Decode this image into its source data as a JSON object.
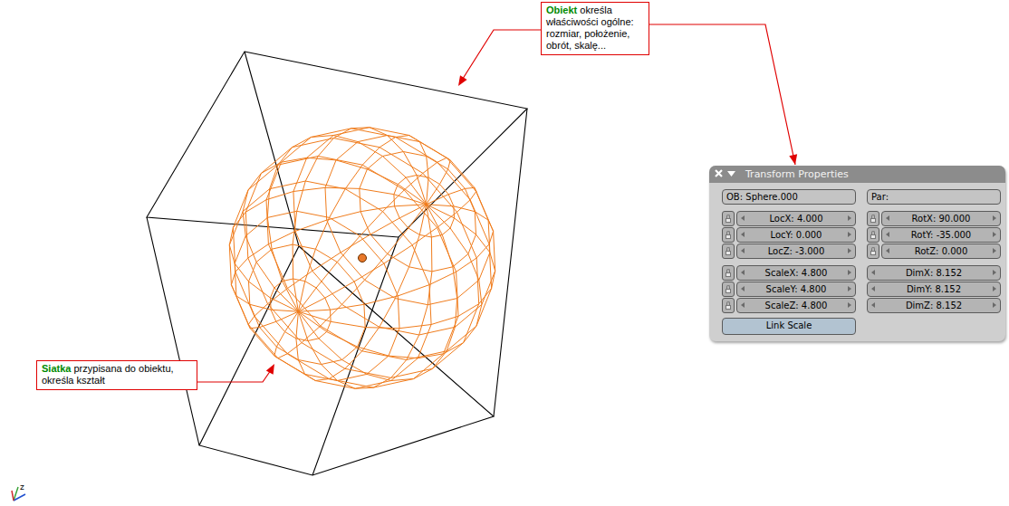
{
  "diagram": {
    "nodes": [
      {
        "text": [
          "Obiekt",
          "określa właściwości ogólne: rozmiar, położenie, obrót, skalę..."
        ]
      },
      {
        "text": [
          "Transform Properties"
        ]
      },
      {
        "text": [
          "OB: Sphere.000"
        ],
        "in": 1
      },
      {
        "text": [
          "Par:"
        ],
        "in": 1
      },
      {
        "text": [
          "LocX: 4.000"
        ],
        "in": 1
      },
      {
        "text": [
          "RotX: 90.000"
        ],
        "in": 1
      },
      {
        "text": [
          "LocY: 0.000"
        ],
        "in": 1
      },
      {
        "text": [
          "RotY: -35.000"
        ],
        "in": 1
      },
      {
        "text": [
          "LocZ: -3.000"
        ],
        "in": 1
      },
      {
        "text": [
          "RotZ: 0.000"
        ],
        "in": 1
      },
      {
        "text": [
          "ScaleX: 4.800"
        ],
        "in": 1
      },
      {
        "text": [
          "DimX: 8.152"
        ],
        "in": 1
      },
      {
        "text": [
          "ScaleY: 4.800"
        ],
        "in": 1
      },
      {
        "text": [
          "DimY: 8.152"
        ],
        "in": 1
      },
      {
        "text": [
          "ScaleZ: 4.800"
        ],
        "in": 1
      },
      {
        "text": [
          "DimZ: 8.152"
        ],
        "in": 1
      },
      {
        "text": [
          "Link Scale"
        ],
        "in": 1
      },
      {
        "text": [
          "Siatka",
          "przypisana do obiektu, określa kształt"
        ]
      }
    ],
    "edges": [
      {
        "from": 0,
        "to": 1,
        "arrow": "to"
      }
    ],
    "labels": [
      "z"
    ]
  }
}
